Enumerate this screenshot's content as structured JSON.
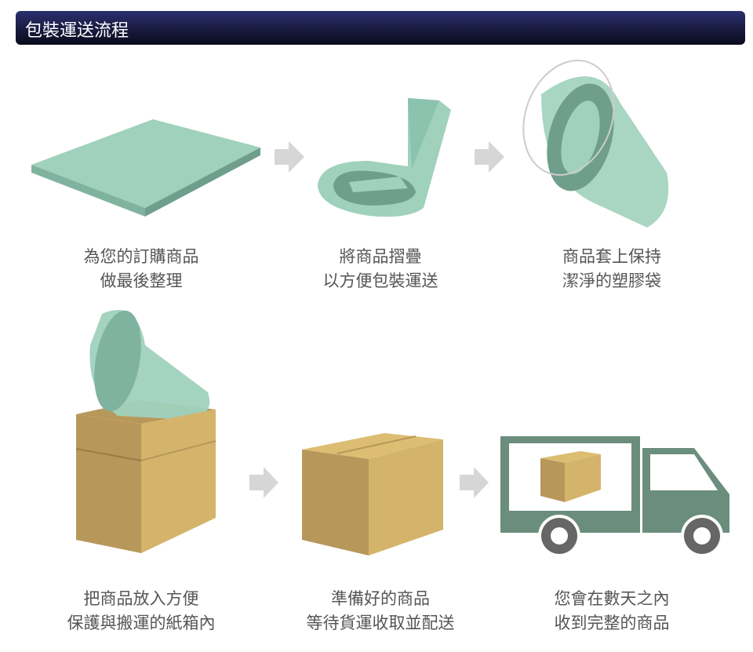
{
  "header": {
    "title": "包裝運送流程"
  },
  "steps": [
    {
      "line1": "為您的訂購商品",
      "line2": "做最後整理"
    },
    {
      "line1": "將商品摺疊",
      "line2": "以方便包裝運送"
    },
    {
      "line1": "商品套上保持",
      "line2": "潔淨的塑膠袋"
    },
    {
      "line1": "把商品放入方便",
      "line2": "保護與搬運的紙箱內"
    },
    {
      "line1": "準備好的商品",
      "line2": "等待貨運收取並配送"
    },
    {
      "line1": "您會在數天之內",
      "line2": "收到完整的商品"
    }
  ],
  "colors": {
    "mat": "#9fd1bd",
    "box": "#d4b46a",
    "truck": "#6b8d7e",
    "wheel": "#666666",
    "arrow": "#d6d6d6"
  }
}
